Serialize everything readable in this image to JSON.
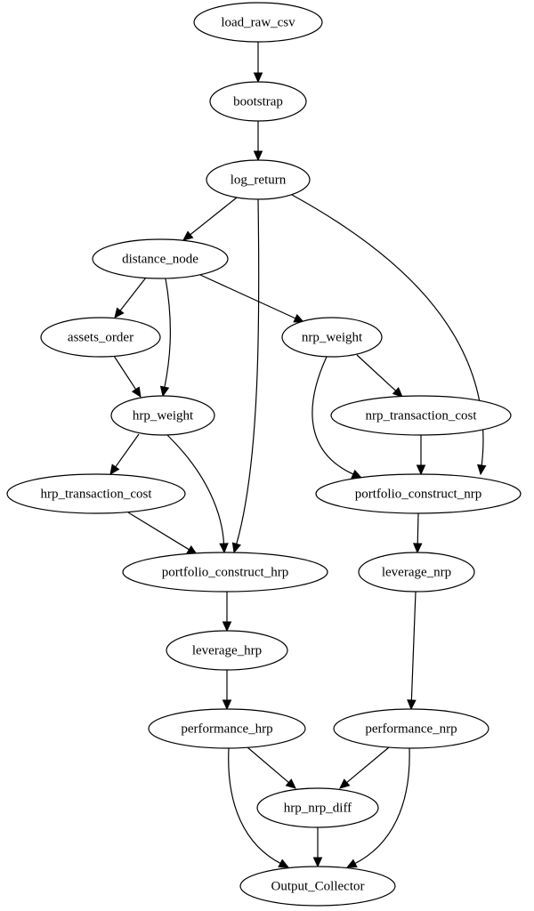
{
  "diagram": {
    "type": "directed-graph",
    "nodes": [
      {
        "id": "load_raw_csv",
        "label": "load_raw_csv"
      },
      {
        "id": "bootstrap",
        "label": "bootstrap"
      },
      {
        "id": "log_return",
        "label": "log_return"
      },
      {
        "id": "distance_node",
        "label": "distance_node"
      },
      {
        "id": "assets_order",
        "label": "assets_order"
      },
      {
        "id": "nrp_weight",
        "label": "nrp_weight"
      },
      {
        "id": "hrp_weight",
        "label": "hrp_weight"
      },
      {
        "id": "nrp_transaction_cost",
        "label": "nrp_transaction_cost"
      },
      {
        "id": "hrp_transaction_cost",
        "label": "hrp_transaction_cost"
      },
      {
        "id": "portfolio_construct_nrp",
        "label": "portfolio_construct_nrp"
      },
      {
        "id": "portfolio_construct_hrp",
        "label": "portfolio_construct_hrp"
      },
      {
        "id": "leverage_nrp",
        "label": "leverage_nrp"
      },
      {
        "id": "leverage_hrp",
        "label": "leverage_hrp"
      },
      {
        "id": "performance_hrp",
        "label": "performance_hrp"
      },
      {
        "id": "performance_nrp",
        "label": "performance_nrp"
      },
      {
        "id": "hrp_nrp_diff",
        "label": "hrp_nrp_diff"
      },
      {
        "id": "Output_Collector",
        "label": "Output_Collector"
      }
    ],
    "edges": [
      {
        "from": "load_raw_csv",
        "to": "bootstrap"
      },
      {
        "from": "bootstrap",
        "to": "log_return"
      },
      {
        "from": "log_return",
        "to": "distance_node"
      },
      {
        "from": "log_return",
        "to": "portfolio_construct_hrp"
      },
      {
        "from": "log_return",
        "to": "portfolio_construct_nrp"
      },
      {
        "from": "distance_node",
        "to": "assets_order"
      },
      {
        "from": "distance_node",
        "to": "hrp_weight"
      },
      {
        "from": "distance_node",
        "to": "nrp_weight"
      },
      {
        "from": "assets_order",
        "to": "hrp_weight"
      },
      {
        "from": "hrp_weight",
        "to": "hrp_transaction_cost"
      },
      {
        "from": "hrp_weight",
        "to": "portfolio_construct_hrp"
      },
      {
        "from": "hrp_transaction_cost",
        "to": "portfolio_construct_hrp"
      },
      {
        "from": "nrp_weight",
        "to": "nrp_transaction_cost"
      },
      {
        "from": "nrp_weight",
        "to": "portfolio_construct_nrp"
      },
      {
        "from": "nrp_transaction_cost",
        "to": "portfolio_construct_nrp"
      },
      {
        "from": "portfolio_construct_hrp",
        "to": "leverage_hrp"
      },
      {
        "from": "portfolio_construct_nrp",
        "to": "leverage_nrp"
      },
      {
        "from": "leverage_hrp",
        "to": "performance_hrp"
      },
      {
        "from": "leverage_nrp",
        "to": "performance_nrp"
      },
      {
        "from": "performance_hrp",
        "to": "hrp_nrp_diff"
      },
      {
        "from": "performance_hrp",
        "to": "Output_Collector"
      },
      {
        "from": "performance_nrp",
        "to": "hrp_nrp_diff"
      },
      {
        "from": "performance_nrp",
        "to": "Output_Collector"
      },
      {
        "from": "hrp_nrp_diff",
        "to": "Output_Collector"
      }
    ]
  }
}
